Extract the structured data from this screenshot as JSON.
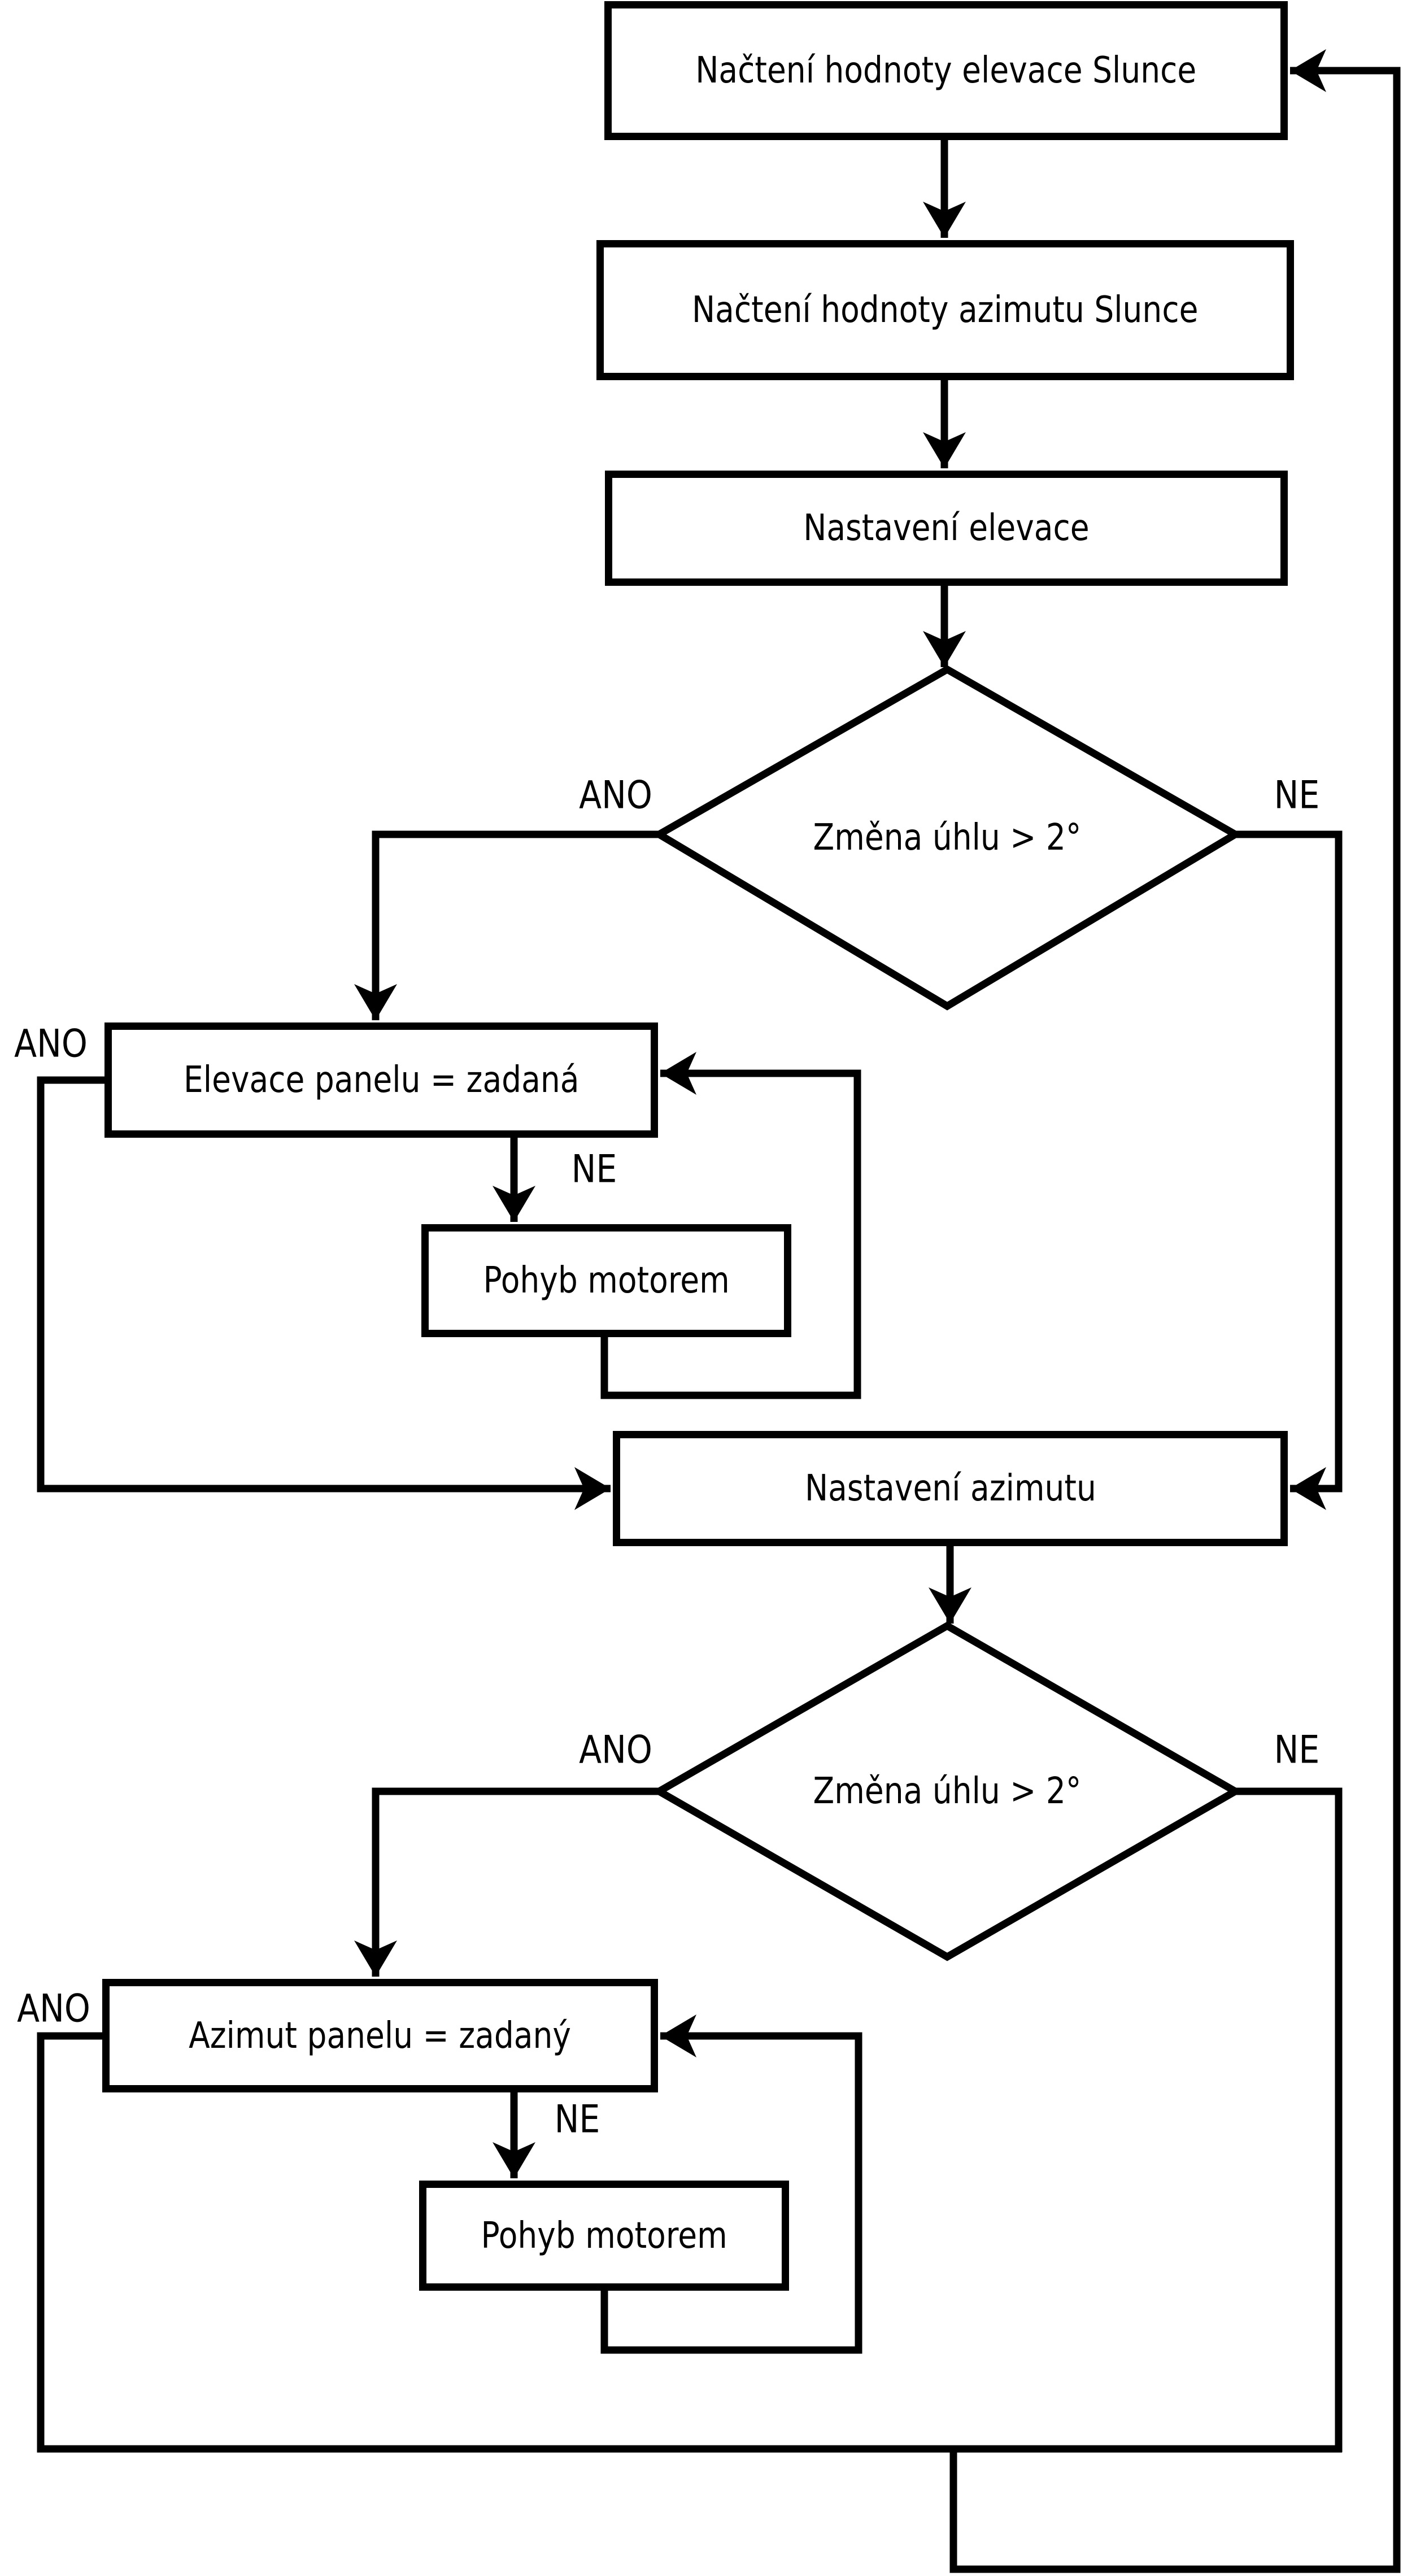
{
  "diagram": {
    "background_color": "#ffffff",
    "line_color": "#000000",
    "nodes": {
      "load_elevation": {
        "type": "process",
        "label": "Načtení hodnoty elevace Slunce"
      },
      "load_azimuth": {
        "type": "process",
        "label": "Načtení hodnoty azimutu Slunce"
      },
      "set_elevation": {
        "type": "process",
        "label": "Nastavení elevace"
      },
      "decision_elevation": {
        "type": "decision",
        "label": "Změna úhlu > 2°"
      },
      "elevation_equal": {
        "type": "process",
        "label": "Elevace panelu = zadaná"
      },
      "motor_elevation": {
        "type": "process",
        "label": "Pohyb motorem"
      },
      "set_azimuth": {
        "type": "process",
        "label": "Nastavení azimutu"
      },
      "decision_azimuth": {
        "type": "decision",
        "label": "Změna úhlu > 2°"
      },
      "azimuth_equal": {
        "type": "process",
        "label": "Azimut panelu = zadaný"
      },
      "motor_azimuth": {
        "type": "process",
        "label": "Pohyb motorem"
      }
    },
    "branch_labels": {
      "decision_elevation_yes": "ANO",
      "decision_elevation_no": "NE",
      "elevation_equal_yes": "ANO",
      "elevation_equal_no": "NE",
      "decision_azimuth_yes": "ANO",
      "decision_azimuth_no": "NE",
      "azimuth_equal_yes": "ANO",
      "azimuth_equal_no": "NE"
    }
  }
}
